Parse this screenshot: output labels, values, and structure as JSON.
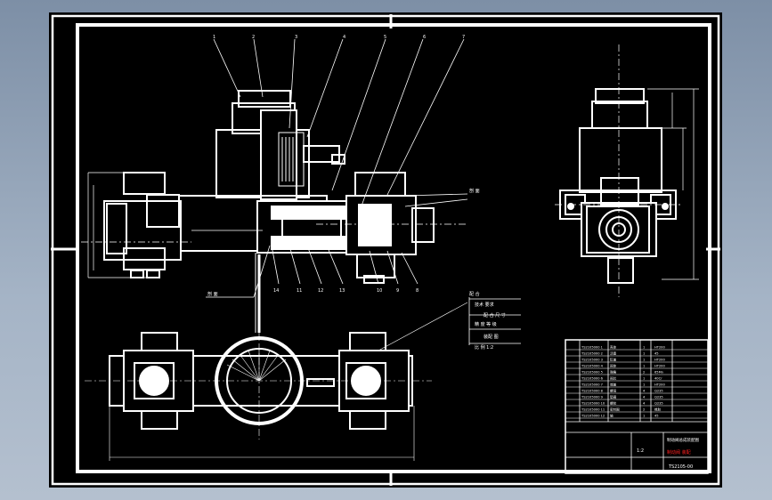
{
  "drawing": {
    "balloons": [
      "1",
      "2",
      "3",
      "4",
      "5",
      "6",
      "7"
    ],
    "balloons_bottom": [
      "14",
      "11",
      "12",
      "13",
      "10",
      "9",
      "8"
    ],
    "callout_right": "剖 面",
    "callout_left": "剖 面",
    "tech_req": {
      "title": "配 合",
      "lines": [
        "技术 要求",
        "配 合 尺 寸",
        "精 度 等 级",
        "装配 图",
        "比 例 1:2"
      ]
    }
  },
  "title_block": {
    "parts": [
      {
        "code": "TS2105000 1",
        "name": "壳体",
        "qty": "1",
        "mat": "HT200"
      },
      {
        "code": "TS2105000 2",
        "name": "活塞",
        "qty": "1",
        "mat": "45"
      },
      {
        "code": "TS2105000 3",
        "name": "缸盖",
        "qty": "1",
        "mat": "HT200"
      },
      {
        "code": "TS2105000 4",
        "name": "阀体",
        "qty": "1",
        "mat": "HT200"
      },
      {
        "code": "TS2105000 5",
        "name": "弹簧",
        "qty": "2",
        "mat": "65Mn"
      },
      {
        "code": "TS2105000 6",
        "name": "阀芯",
        "qty": "1",
        "mat": "40Cr"
      },
      {
        "code": "TS2105000 7",
        "name": "端盖",
        "qty": "1",
        "mat": "HT200"
      },
      {
        "code": "TS2105000 8",
        "name": "螺母",
        "qty": "4",
        "mat": "Q235"
      },
      {
        "code": "TS2105000 9",
        "name": "垫圈",
        "qty": "4",
        "mat": "Q235"
      },
      {
        "code": "TS2105000 10",
        "name": "螺栓",
        "qty": "4",
        "mat": "Q235"
      },
      {
        "code": "TS2105000 11",
        "name": "密封圈",
        "qty": "2",
        "mat": "橡胶"
      },
      {
        "code": "TS2105000 12",
        "name": "轴",
        "qty": "1",
        "mat": "45"
      }
    ],
    "drawing_name": "制动阀总成装配图",
    "red_text": "制动阀 装配",
    "scale": "1:2",
    "drawing_number": "TS2105-00"
  },
  "colors": {
    "background": "#000000",
    "lines": "#ffffff",
    "accent_red": "#ff2020",
    "frame_bg": "#9aa9bd"
  }
}
